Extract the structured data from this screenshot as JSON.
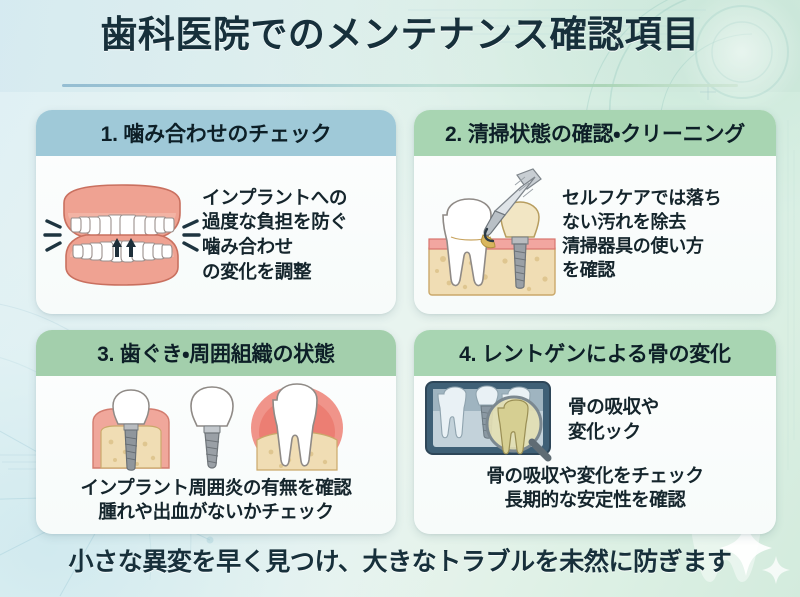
{
  "header": {
    "title": "歯科医院でのメンテナンス確認項目"
  },
  "cards": [
    {
      "heading": "1. 噛み合わせのチェック",
      "header_color": "#9fc9d8",
      "illustration": "dentures-bite-icon",
      "lines": [
        "インプラントへの",
        "過度な負担を防ぐ",
        "噛み合わせ",
        "の変化を調整"
      ]
    },
    {
      "heading": "2. 清掃状態の確認・クリーニング",
      "header_color": "#a8d5b2",
      "illustration": "tooth-implant-scaler-icon",
      "lines": [
        "セルフケアでは落ち",
        "ない汚れを除去",
        "清掃器具の使い方",
        "を確認"
      ]
    },
    {
      "heading": "3. 歯ぐき・周囲組織の状態",
      "header_color": "#a3cfac",
      "illustration": "gum-tissue-implants-icon",
      "lines": [
        "インプラント周囲炎の有無を確認",
        "腫れや出血がないかチェック"
      ]
    },
    {
      "heading": "4. レントゲンによる骨の変化",
      "header_color": "#a8d5b2",
      "illustration": "xray-magnifier-icon",
      "lines_side": [
        "骨の吸収や",
        "変化ック"
      ],
      "lines_below": [
        "骨の吸収や変化をチェック",
        "長期的な安定性を確認"
      ]
    }
  ],
  "footer": {
    "text": "小さな異変を早く見つけ、大きなトラブルを未然に防ぎます"
  },
  "theme": {
    "title_color": "#17303b",
    "body_text_color": "#15252c",
    "card_bg": "#fbfdfc",
    "accent_blue": "#9fc9d8",
    "accent_green": "#a8d5b2"
  }
}
